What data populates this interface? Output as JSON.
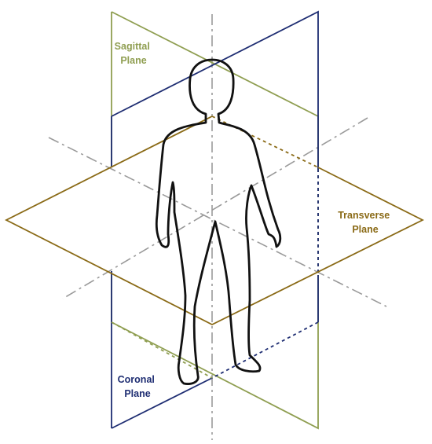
{
  "labels": {
    "sagittal": [
      "Sagittal",
      "Plane"
    ],
    "transverse": [
      "Transverse",
      "Plane"
    ],
    "coronal": [
      "Coronal",
      "Plane"
    ]
  },
  "colors": {
    "sagittal": "#8f9e51",
    "transverse": "#8a6a16",
    "coronal": "#1e2d72",
    "axis": "#9a9a9a",
    "body": "#111111"
  }
}
